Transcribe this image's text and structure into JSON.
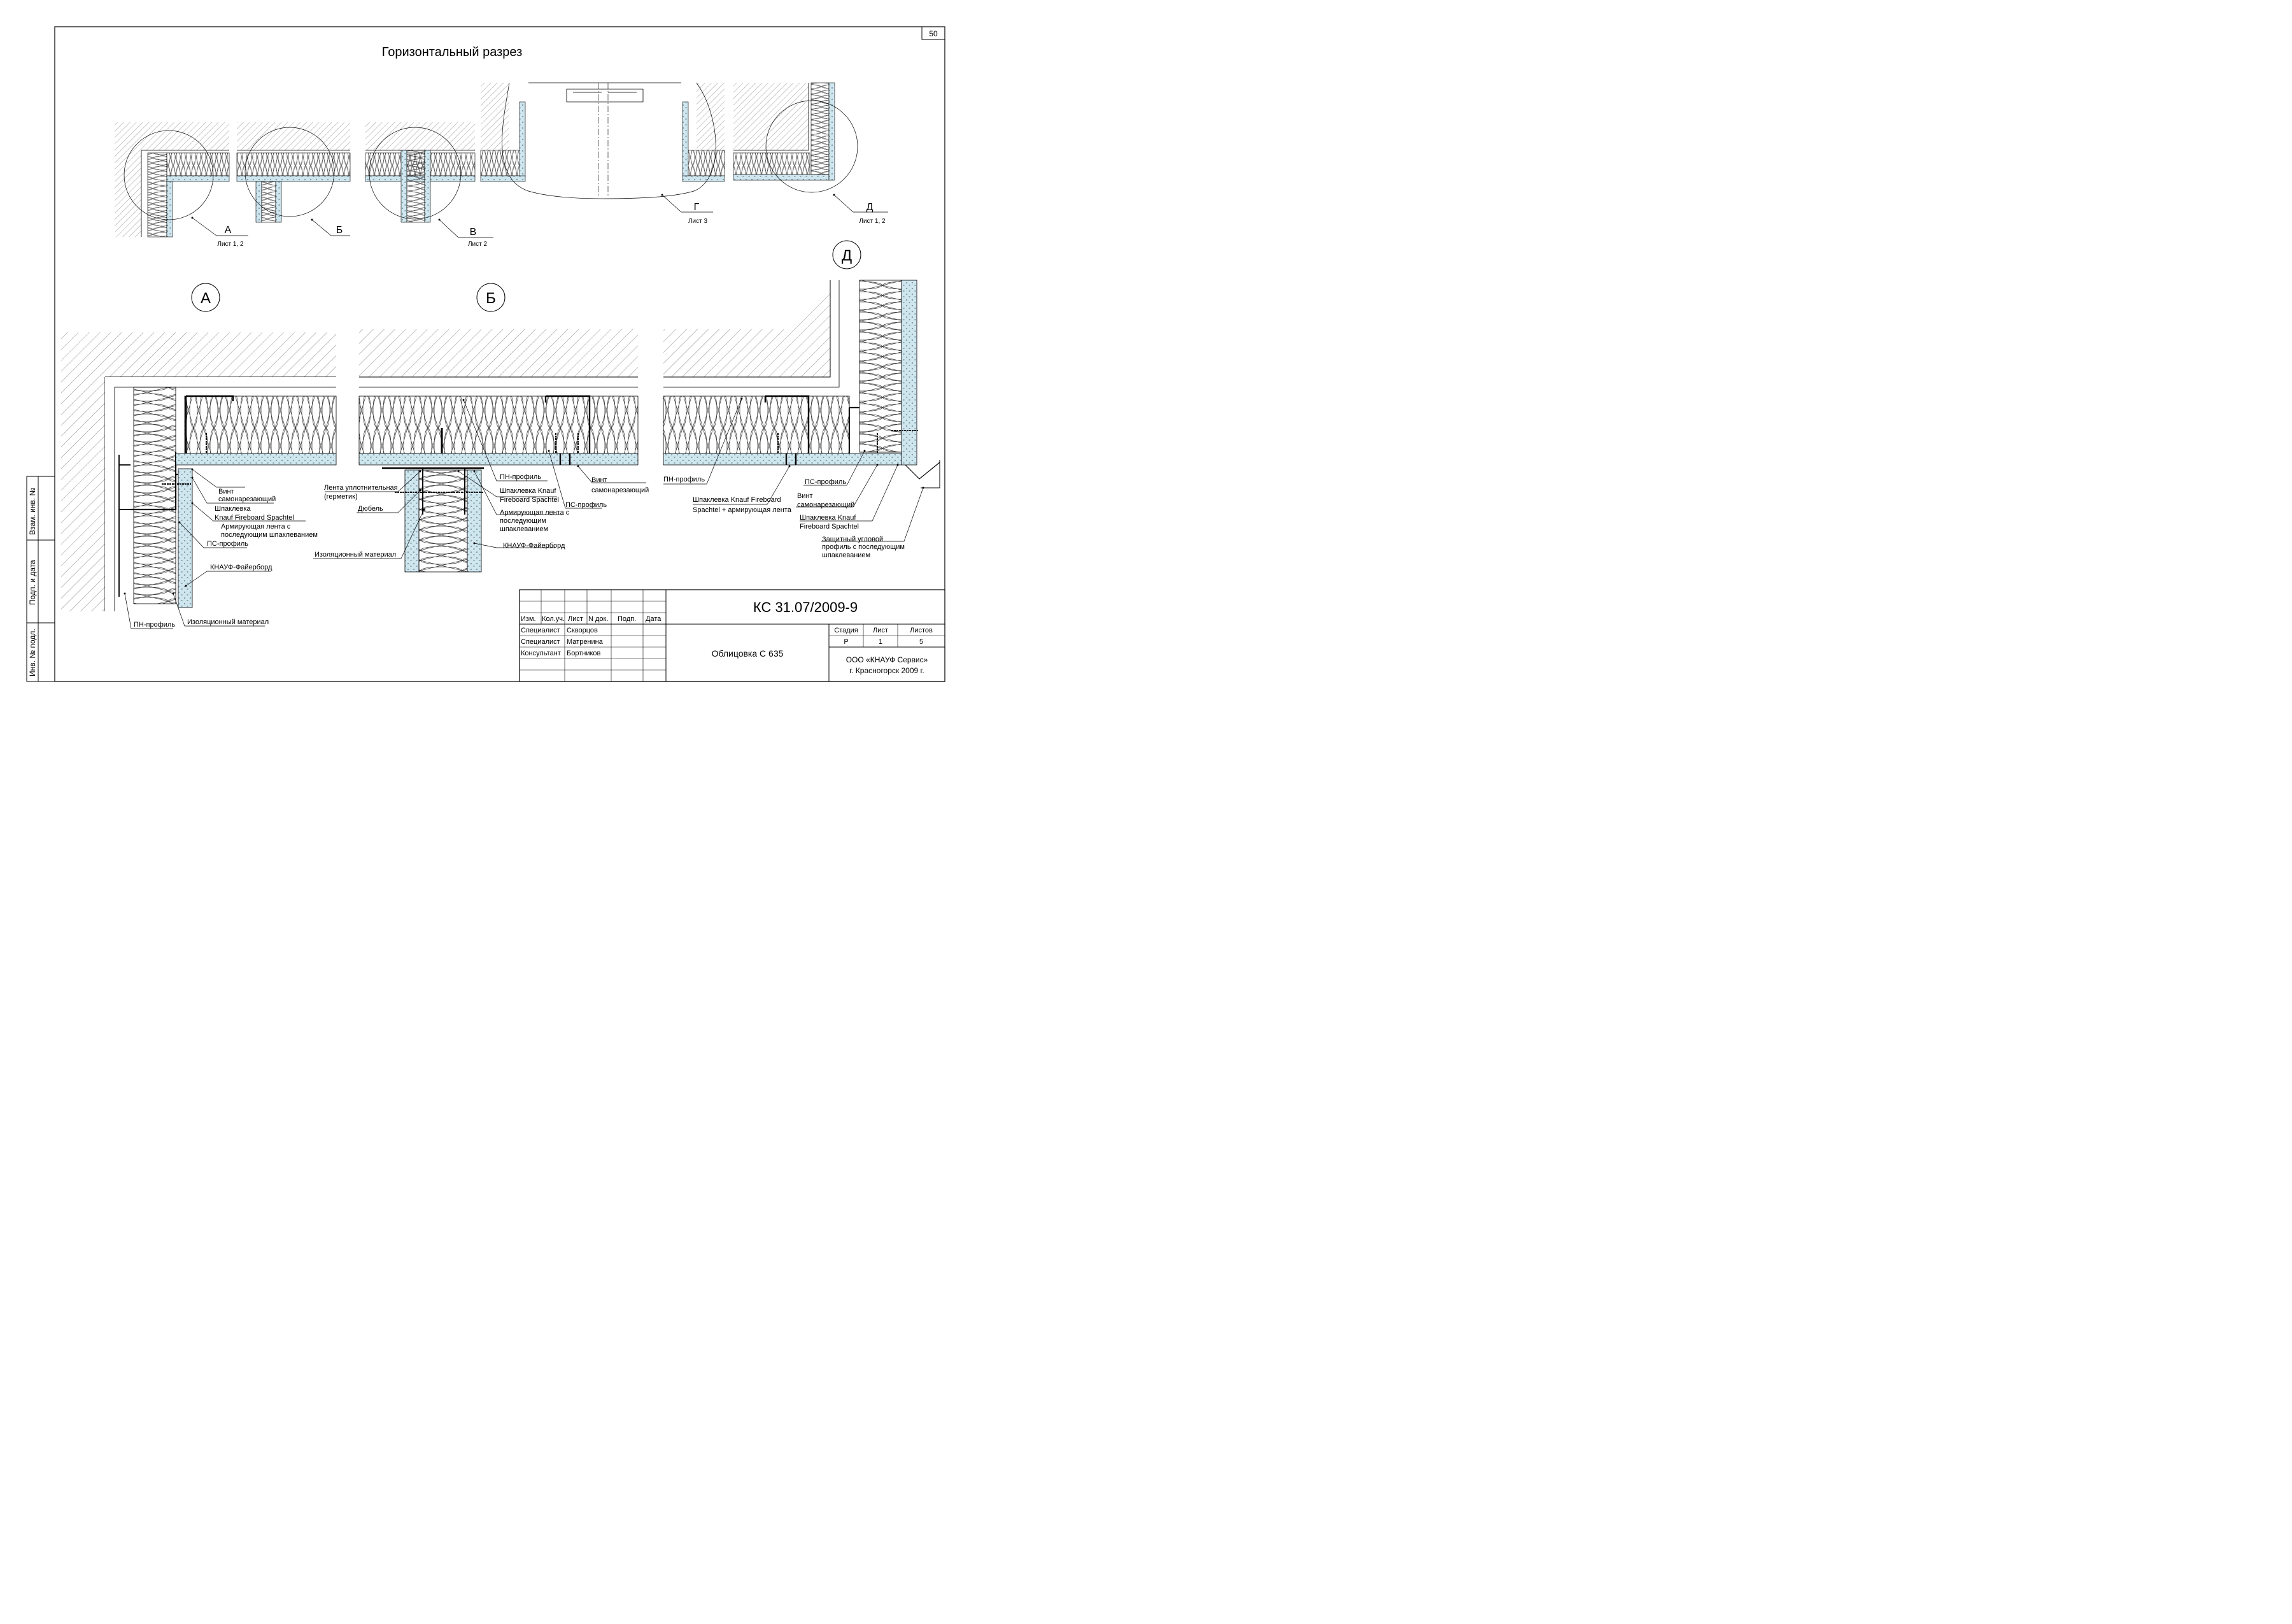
{
  "sheet_number": "50",
  "title": "Горизонтальный разрез",
  "overview": {
    "markers": [
      {
        "letter": "А",
        "sheet": "Лист 1, 2"
      },
      {
        "letter": "Б",
        "sheet": ""
      },
      {
        "letter": "В",
        "sheet": "Лист 2"
      },
      {
        "letter": "Г",
        "sheet": "Лист 3"
      },
      {
        "letter": "Д",
        "sheet": "Лист 1, 2"
      }
    ]
  },
  "details": {
    "a": {
      "letter": "А"
    },
    "b": {
      "letter": "Б"
    },
    "d": {
      "letter": "Д"
    }
  },
  "labels": {
    "a_vint": "Винт",
    "a_vint2": "самонарезающий",
    "a_shpak": "Шпаклевка",
    "a_shpak2": "Knauf Fireboard Spachtel",
    "a_lenta": "Армирующая лента с",
    "a_lenta2": "последующим шпаклеванием",
    "a_ps": "ПС-профиль",
    "a_board": "КНАУФ-Файерборд",
    "a_pn": "ПН-профиль",
    "a_iso": "Изоляционный материал",
    "b_lenta": "Лента уплотнительная",
    "b_lenta2": "(герметик)",
    "b_dubel": "Дюбель",
    "b_iso": "Изоляционный материал",
    "b_pn": "ПН-профиль",
    "b_shpak": "Шпаклевка Knauf",
    "b_shpak2": "Fireboard Spachtel",
    "b_arm": "Армирующая лента с",
    "b_arm2": "последующим",
    "b_arm3": "шпаклеванием",
    "b_board": "КНАУФ-Файерборд",
    "b_ps": "ПС-профиль",
    "b_vint": "Винт",
    "b_vint2": "самонарезающий",
    "d_pn": "ПН-профиль",
    "d_shpak": "Шпаклевка Knauf Fireboard",
    "d_shpak2": "Spachtel + армирующая лента",
    "d_ps": "ПС-профиль",
    "d_vint": "Винт",
    "d_vint2": "самонарезающий",
    "d_shpk": "Шпаклевка Knauf",
    "d_shpk2": "Fireboard Spachtel",
    "d_prof": "Защитный угловой",
    "d_prof2": "профиль с последующим",
    "d_prof3": "шпаклеванием"
  },
  "side_stamp": [
    "Взам. инв. №",
    "Подп. и дата",
    "Инв. № подл."
  ],
  "title_block": {
    "doc_code": "КС 31.07/2009-9",
    "object_name": "Облицовка С 635",
    "headers": [
      "Изм.",
      "Кол.уч.",
      "Лист",
      "N док.",
      "Подп.",
      "Дата"
    ],
    "people": [
      {
        "role": "Специалист",
        "name": "Скворцов"
      },
      {
        "role": "Специалист",
        "name": "Матренина"
      },
      {
        "role": "Консультант",
        "name": "Бортников"
      }
    ],
    "stage_label": "Стадия",
    "sheet_label": "Лист",
    "sheets_label": "Листов",
    "stage": "Р",
    "sheet": "1",
    "sheets": "5",
    "org_line1": "ООО «КНАУФ Сервис»",
    "org_line2": "г. Красногорск 2009 г."
  },
  "colors": {
    "board_fill": "#cfe6ef",
    "line": "#000000"
  }
}
